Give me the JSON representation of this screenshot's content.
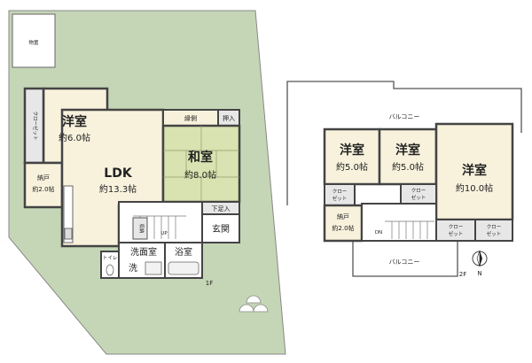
{
  "floor1": {
    "label": "1F",
    "shed": "物置",
    "rooms": {
      "western": {
        "name": "洋室",
        "size": "約6.0帖"
      },
      "closet": "クローゼット",
      "storage": {
        "name": "納戸",
        "size": "約2.0帖"
      },
      "ldk": {
        "name": "LDK",
        "size": "約13.3帖"
      },
      "veranda": "縁側",
      "oshiire": "押入",
      "japanese": {
        "name": "和室",
        "size": "約8.0帖"
      },
      "shoe_storage": "下足入",
      "entrance": "玄関",
      "stair_storage": "収納",
      "up": "UP",
      "washroom": "洗面室",
      "bath": "浴室",
      "toilet": "トイレ",
      "wash": "洗"
    }
  },
  "floor2": {
    "label": "2F",
    "balcony_top": "バルコニー",
    "balcony_bottom": "バルコニー",
    "rooms": {
      "western_a": {
        "name": "洋室",
        "size": "約5.0帖"
      },
      "western_b": {
        "name": "洋室",
        "size": "約5.0帖"
      },
      "western_c": {
        "name": "洋室",
        "size": "約10.0帖"
      },
      "storage": {
        "name": "納戸",
        "size": "約2.0帖"
      },
      "closet_line1": "クロー",
      "closet_line2": "ゼット",
      "down": "DN"
    },
    "north": "N"
  },
  "colors": {
    "site_green": "#c5d6b6",
    "room_cream": "#f8f2dd",
    "tatami": "#d9e3b1",
    "gray": "#e7e7e7",
    "wall": "#444444"
  }
}
